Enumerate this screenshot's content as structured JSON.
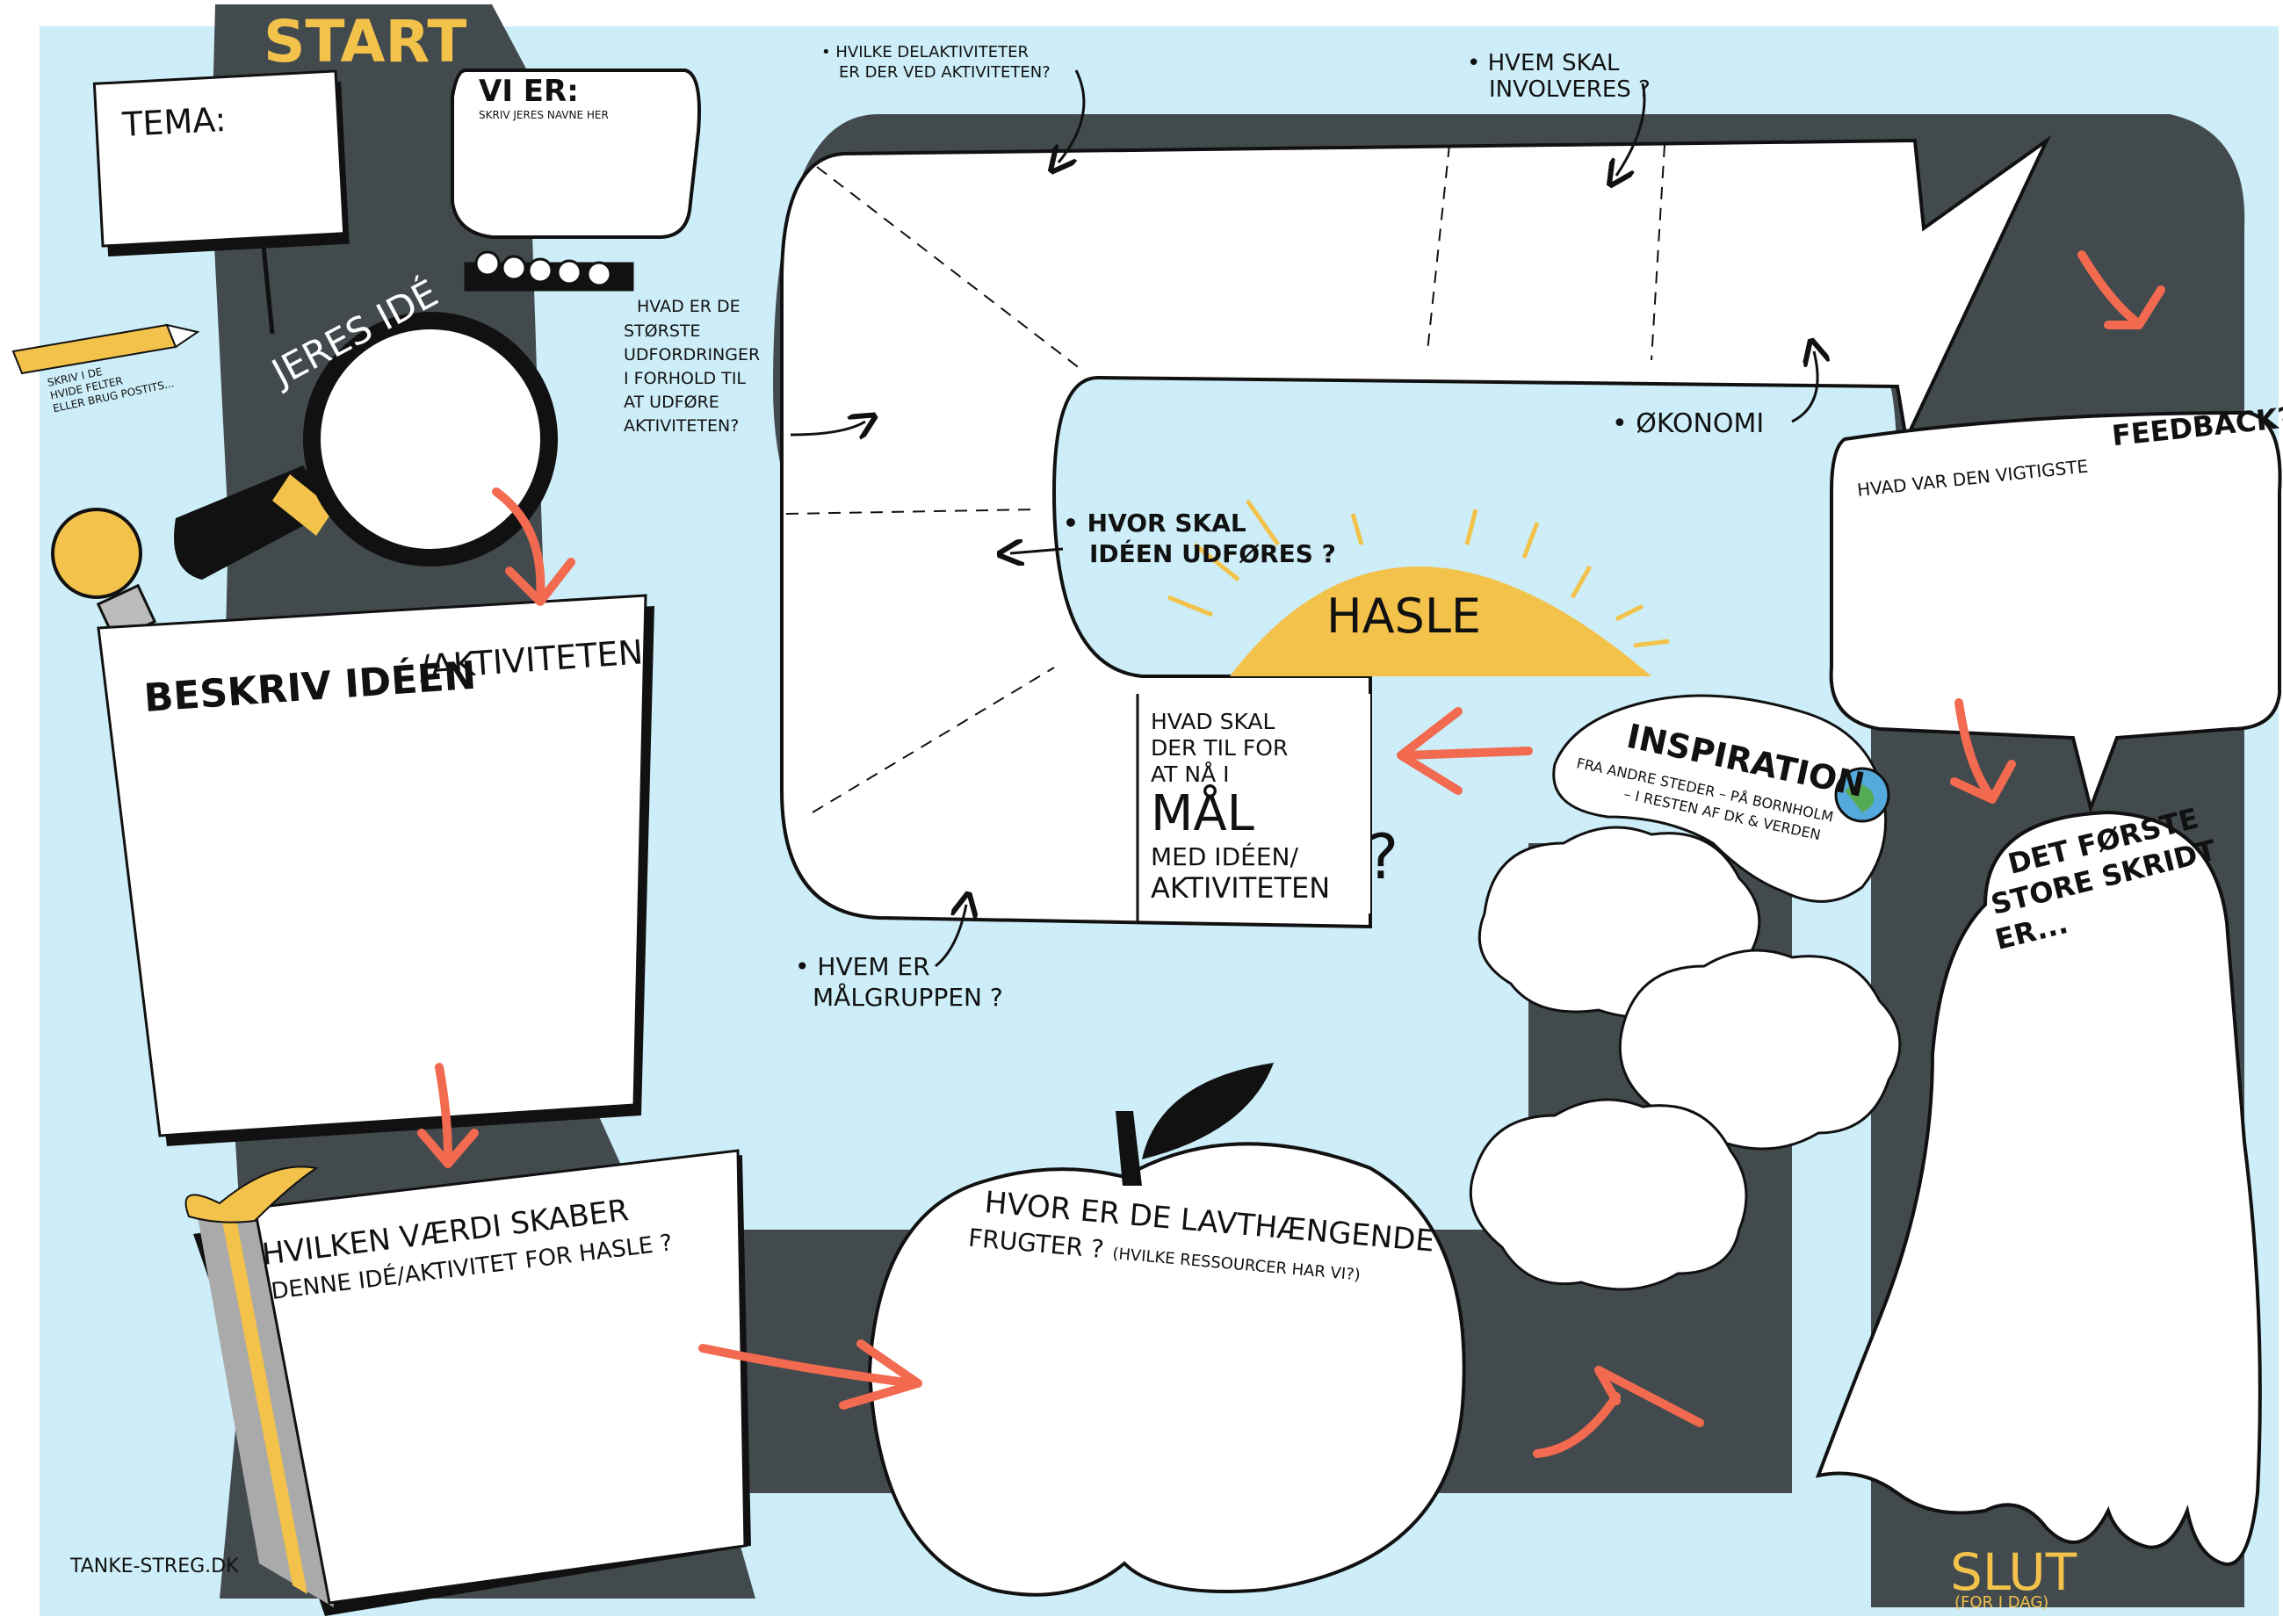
{
  "colors": {
    "background": "#cdeef8",
    "road": "#434a4d",
    "paper": "#ffffff",
    "ink": "#111111",
    "arrow": "#f26a4f",
    "sun": "#f2c24a",
    "accent_yellow": "#f2c24a"
  },
  "labels": {
    "start": "START",
    "slut": "SLUT",
    "slut_sub": "(FOR I DAG)",
    "tema": "TEMA:",
    "vi_er": "VI ER:",
    "vi_er_hint": "SKRIV JERES NAVNE HER",
    "jeres_ide": "JERES IDÉ",
    "pencil_note": [
      "SKRIV I DE",
      "HVIDE FELTER",
      "ELLER BRUG POSTITS..."
    ],
    "beskriv_bold": "BESKRIV IDÉEN",
    "beskriv_rest": "/AKTIVITETEN",
    "vaerdi_1": "HVILKEN VÆRDI SKABER",
    "vaerdi_2": "DENNE IDÉ/AKTIVITET FOR HASLE ?",
    "frugter_1": "HVOR ER DE LAVTHÆNGENDE",
    "frugter_2": "FRUGTER ?",
    "frugter_3": "(HVILKE RESSOURCER HAR VI?)",
    "delaktiviteter": [
      "• HVILKE DELAKTIVITETER",
      "ER DER VED AKTIVITETEN?"
    ],
    "involveres": [
      "• HVEM SKAL",
      "INVOLVERES ?"
    ],
    "udfordringer": [
      "HVAD ER DE",
      "STØRSTE",
      "UDFORDRINGER",
      "I FORHOLD TIL",
      "AT UDFØRE",
      "AKTIVITETEN?"
    ],
    "okonomi": "• ØKONOMI",
    "hvor_skal": [
      "• HVOR SKAL",
      "IDÉEN UDFØRES ?"
    ],
    "hasle": "HASLE",
    "maal_lines": [
      "HVAD SKAL",
      "DER TIL FOR",
      "AT NÅ I"
    ],
    "maal_big": "MÅL",
    "maal_after": [
      "MED IDÉEN/",
      "AKTIVITETEN"
    ],
    "maal_q": "?",
    "maalgruppen": [
      "• HVEM ER",
      "MÅLGRUPPEN ?"
    ],
    "inspiration_title": "INSPIRATION",
    "inspiration_sub_1": "FRA ANDRE STEDER – PÅ BORNHOLM",
    "inspiration_sub_2": "– I RESTEN AF DK & VERDEN",
    "feedback_prefix": "HVAD VAR DEN VIGTIGSTE",
    "feedback_bold": "FEEDBACK?",
    "skridt": [
      "DET FØRSTE",
      "STORE SKRIDT",
      "ER..."
    ],
    "credit": "TANKE-STREG.DK"
  }
}
